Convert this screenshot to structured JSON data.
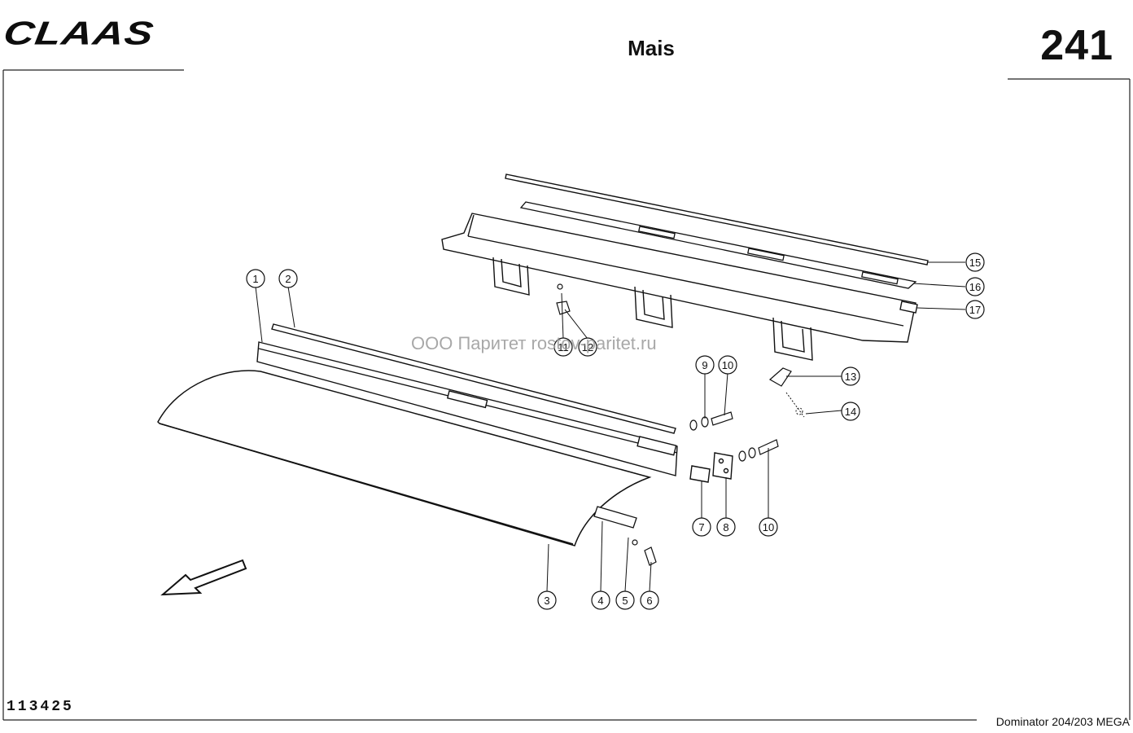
{
  "header": {
    "brand": "CLAAS",
    "title": "Mais",
    "page_number": "241"
  },
  "footer": {
    "drawing_id": "113425",
    "model": "Dominator 204/203 MEGA"
  },
  "watermark": "ООО Паритет   rostov-paritet.ru",
  "callouts": [
    "1",
    "2",
    "3",
    "4",
    "5",
    "6",
    "7",
    "8",
    "9",
    "10",
    "10",
    "11",
    "12",
    "13",
    "14",
    "15",
    "16",
    "17"
  ]
}
